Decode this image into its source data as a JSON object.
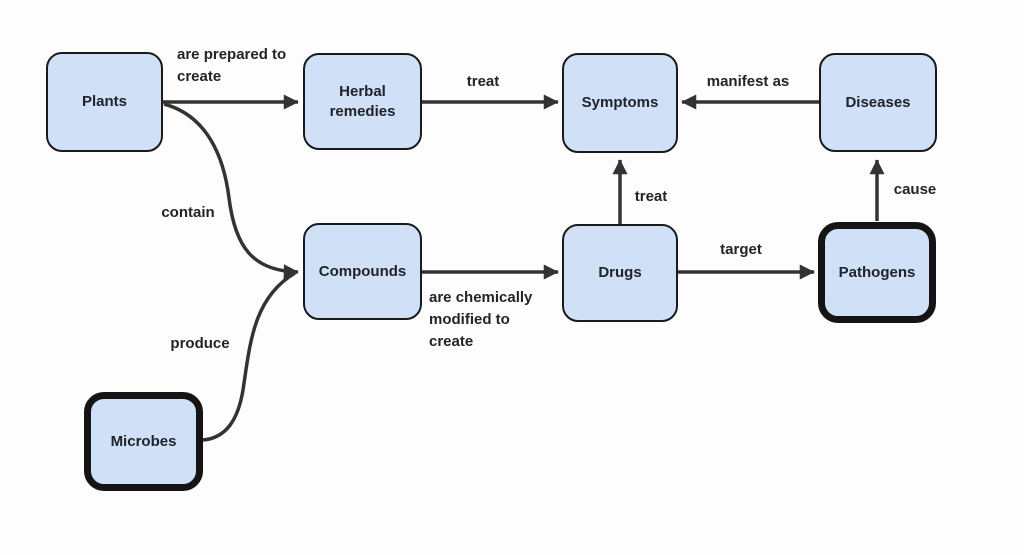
{
  "diagram": {
    "colors": {
      "node_fill": "#cfe0f7",
      "node_border": "#1a1a1a",
      "edge": "#333333",
      "background": "#fdfdfd",
      "text": "#242424"
    },
    "nodes": {
      "plants": {
        "label": "Plants",
        "emphasis": false
      },
      "herbal_remedies": {
        "label": "Herbal remedies",
        "emphasis": false
      },
      "symptoms": {
        "label": "Symptoms",
        "emphasis": false
      },
      "diseases": {
        "label": "Diseases",
        "emphasis": false
      },
      "compounds": {
        "label": "Compounds",
        "emphasis": false
      },
      "drugs": {
        "label": "Drugs",
        "emphasis": false
      },
      "pathogens": {
        "label": "Pathogens",
        "emphasis": true
      },
      "microbes": {
        "label": "Microbes",
        "emphasis": true
      }
    },
    "edges": {
      "prepared": {
        "from": "Plants",
        "to": "Herbal remedies",
        "label": "are prepared to create"
      },
      "herbal_treat": {
        "from": "Herbal remedies",
        "to": "Symptoms",
        "label": "treat"
      },
      "manifest": {
        "from": "Diseases",
        "to": "Symptoms",
        "label": "manifest as"
      },
      "contain": {
        "from": "Plants",
        "to": "Compounds",
        "label": "contain"
      },
      "produce": {
        "from": "Microbes",
        "to": "Compounds",
        "label": "produce"
      },
      "modified": {
        "from": "Compounds",
        "to": "Drugs",
        "label": "are chemically modified to create"
      },
      "drugs_treat": {
        "from": "Drugs",
        "to": "Symptoms",
        "label": "treat"
      },
      "target": {
        "from": "Drugs",
        "to": "Pathogens",
        "label": "target"
      },
      "cause": {
        "from": "Pathogens",
        "to": "Diseases",
        "label": "cause"
      }
    }
  }
}
